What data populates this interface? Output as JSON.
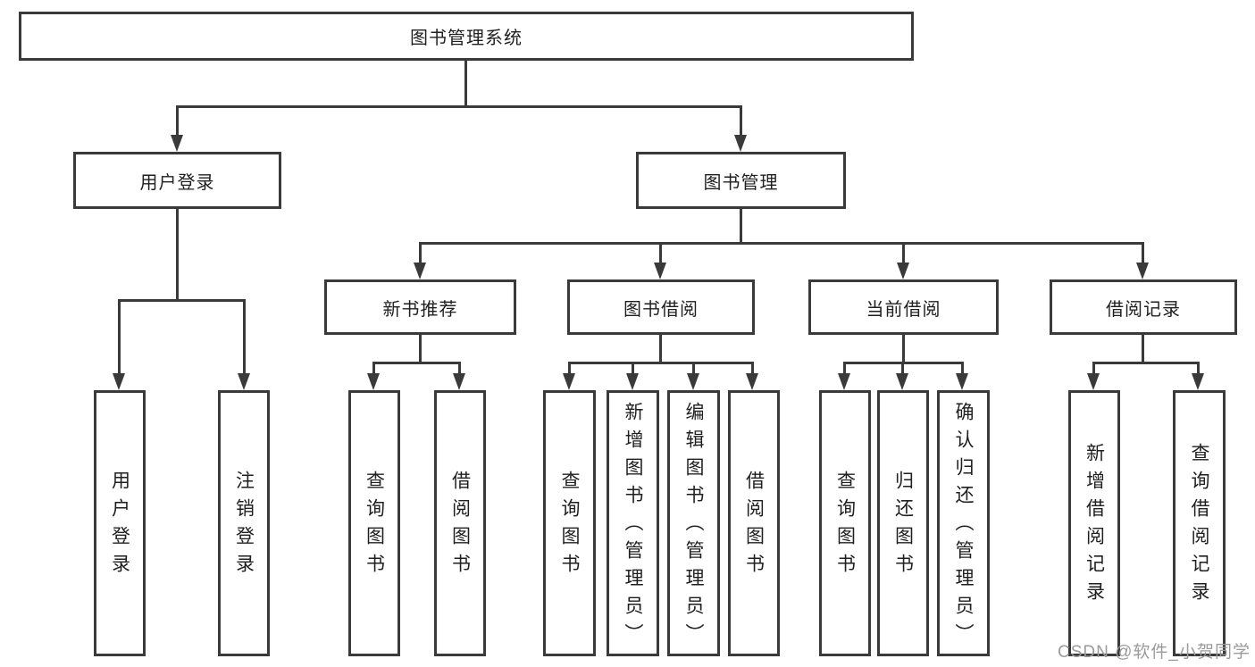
{
  "title": "图书管理系统",
  "colors": {
    "line": "#3a3a3a",
    "background": "#ffffff",
    "watermark": "#9b9b9b"
  },
  "tree": {
    "root": {
      "label": "图书管理系统"
    },
    "branches": [
      {
        "label": "用户登录",
        "children": [
          {
            "label": "用户登录"
          },
          {
            "label": "注销登录"
          }
        ]
      },
      {
        "label": "图书管理",
        "groups": [
          {
            "label": "新书推荐",
            "children": [
              {
                "label": "查询图书"
              },
              {
                "label": "借阅图书"
              }
            ]
          },
          {
            "label": "图书借阅",
            "children": [
              {
                "label": "查询图书"
              },
              {
                "label": "新增图书（管理员）"
              },
              {
                "label": "编辑图书（管理员）"
              },
              {
                "label": "借阅图书"
              }
            ]
          },
          {
            "label": "当前借阅",
            "children": [
              {
                "label": "查询图书"
              },
              {
                "label": "归还图书"
              },
              {
                "label": "确认归还（管理员）"
              }
            ]
          },
          {
            "label": "借阅记录",
            "children": [
              {
                "label": "新增借阅记录"
              },
              {
                "label": "查询借阅记录"
              }
            ]
          }
        ]
      }
    ]
  },
  "watermark": {
    "text": "CSDN @软件_小贺同学"
  }
}
